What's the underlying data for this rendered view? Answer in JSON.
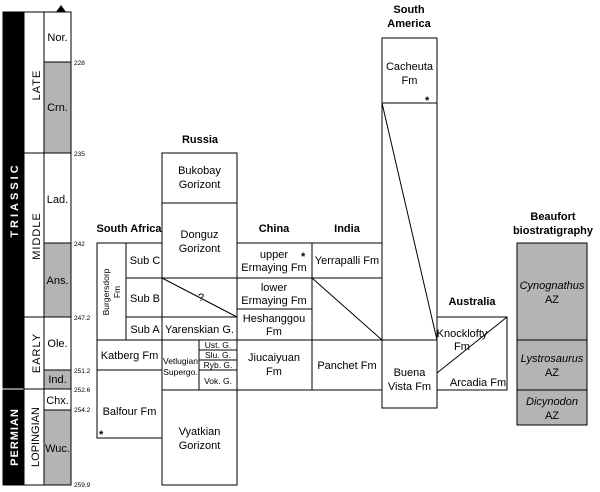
{
  "colors": {
    "line": "#000000",
    "shaded": "#b4b4b4",
    "background": "#ffffff"
  },
  "timescale": {
    "periods": [
      "TRIASSIC",
      "PERMIAN"
    ],
    "epochs": [
      "LATE",
      "MIDDLE",
      "EARLY",
      "LOPINGIAN"
    ],
    "stages": [
      "Nor.",
      "Crn.",
      "Lad.",
      "Ans.",
      "Ole.",
      "Ind.",
      "Chx.",
      "Wuc."
    ],
    "ages": [
      "228",
      "235",
      "242",
      "247.2",
      "251.2",
      "252.6",
      "254.2",
      "259.9"
    ]
  },
  "headings": {
    "south_africa": "South Africa",
    "russia": "Russia",
    "china": "China",
    "india": "India",
    "south_america_line1": "South",
    "south_america_line2": "America",
    "australia": "Australia",
    "beaufort_line1": "Beaufort",
    "beaufort_line2": "biostratigraphy"
  },
  "south_africa": {
    "burgersdorp_line1": "Burgersdorp",
    "burgersdorp_line2": "Fm",
    "sub_c": "Sub C",
    "sub_b": "Sub B",
    "sub_a": "Sub A",
    "katberg": "Katberg Fm",
    "balfour": "Balfour Fm",
    "asterisk": "*"
  },
  "russia": {
    "bukobay_line1": "Bukobay",
    "bukobay_line2": "Gorizont",
    "donguz_line1": "Donguz",
    "donguz_line2": "Gorizont",
    "question": "?",
    "yarenskian": "Yarenskian G.",
    "vetlugian_line1": "Vetlugian",
    "vetlugian_line2": "Supergo.",
    "ust": "Ust. G.",
    "slu": "Slu. G.",
    "ryb": "Ryb. G.",
    "vok": "Vok. G.",
    "vyatkian_line1": "Vyatkian",
    "vyatkian_line2": "Gorizont"
  },
  "china": {
    "upper_line1": "upper",
    "upper_line2": "Ermaying Fm",
    "lower_line1": "lower",
    "lower_line2": "Ermaying Fm",
    "heshanggou_line1": "Heshanggou",
    "heshanggou_line2": "Fm",
    "jiucaiyuan_line1": "Jiucaiyuan",
    "jiucaiyuan_line2": "Fm",
    "asterisk": "*"
  },
  "india": {
    "yerrapalli": "Yerrapalli Fm",
    "panchet": "Panchet Fm"
  },
  "south_america": {
    "cacheuta_line1": "Cacheuta",
    "cacheuta_line2": "Fm",
    "asterisk": "*",
    "buena_line1": "Buena",
    "buena_line2": "Vista Fm"
  },
  "australia": {
    "knocklofty_line1": "Knocklofty",
    "knocklofty_line2": "Fm",
    "arcadia": "Arcadia Fm"
  },
  "beaufort": {
    "cynognathus_line1": "Cynognathus",
    "cynognathus_line2": "AZ",
    "lystrosaurus_line1": "Lystrosaurus",
    "lystrosaurus_line2": "AZ",
    "dicynodon_line1": "Dicynodon",
    "dicynodon_line2": "AZ"
  }
}
